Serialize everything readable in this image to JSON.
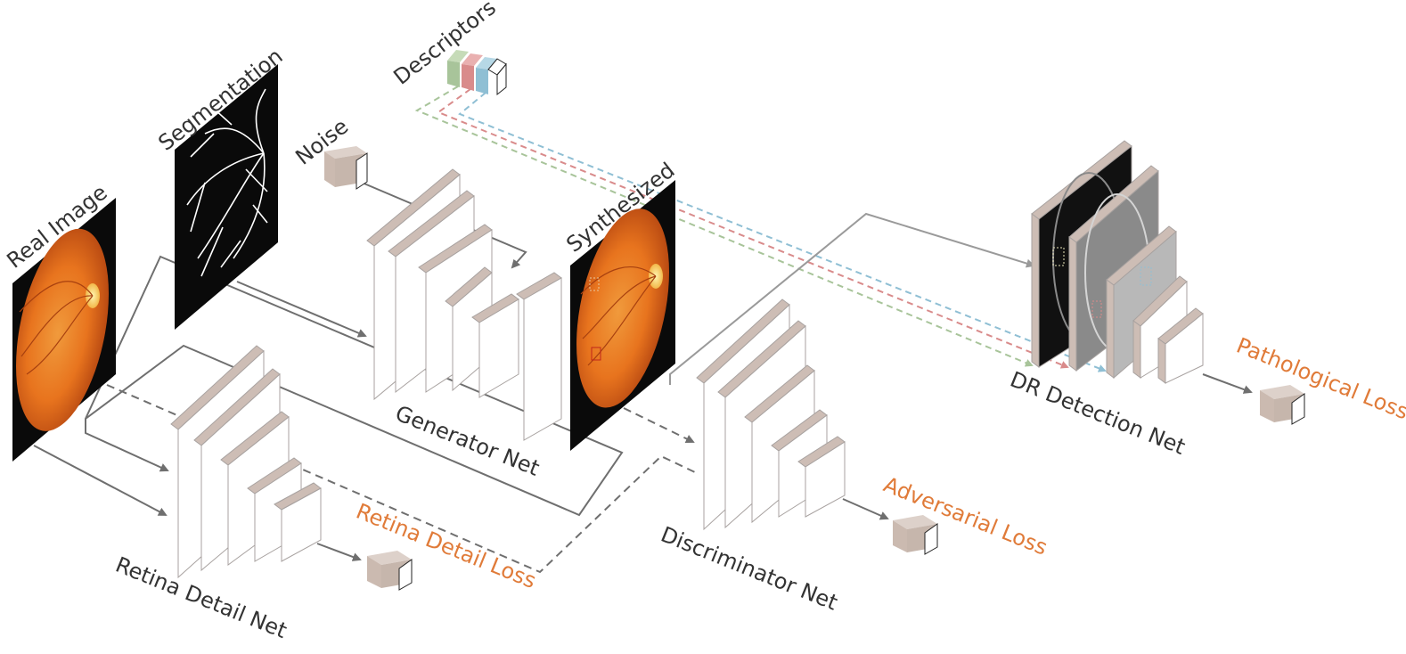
{
  "labels": {
    "real_image": "Real Image",
    "segmentation": "Segmentation",
    "noise": "Noise",
    "descriptors": "Descriptors",
    "synthesized": "Synthesized",
    "generator_net": "Generator Net",
    "retina_detail_net": "Retina Detail Net",
    "discriminator_net": "Discriminator Net",
    "dr_detection_net": "DR Detection Net"
  },
  "losses": {
    "retina_detail_loss": "Retina Detail Loss",
    "adversarial_loss": "Adversarial Loss",
    "pathological_loss": "Pathological Loss"
  },
  "colors": {
    "loss_text": "#e07b39",
    "layer_side": "#cdbdb5",
    "cube_side": "#c6b6ac",
    "descriptor_green": "#a8c49a",
    "descriptor_red": "#d98b8b",
    "descriptor_blue": "#8fbfd4",
    "fundus_orange": "#e8741e"
  },
  "icons": {
    "noise": "cube-icon",
    "descriptors": "stacked-cubes-icon",
    "loss": "cube-icon"
  }
}
